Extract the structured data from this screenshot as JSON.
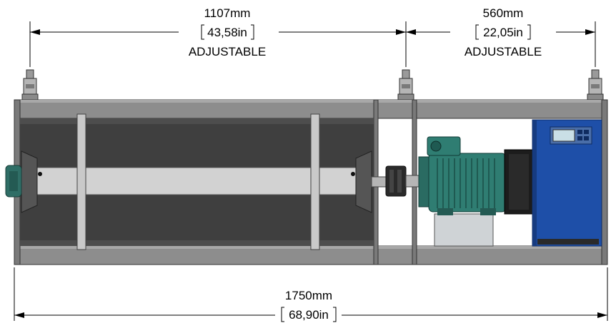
{
  "dimensions": {
    "left_span": {
      "mm": "1107mm",
      "inches": "43,58in",
      "note": "ADJUSTABLE"
    },
    "right_span": {
      "mm": "560mm",
      "inches": "22,05in",
      "note": "ADJUSTABLE"
    },
    "overall_length": {
      "mm": "1750mm",
      "inches": "68,90in"
    }
  },
  "colors": {
    "frame": "#8a8a8a",
    "frame_dark": "#5a5a5a",
    "belt": "#3f3f3f",
    "shaft": "#d2d2d2",
    "motor": "#2f7d72",
    "motor_dark": "#1f5a52",
    "coupling": "#2a2a2a",
    "gearbox": "#1c1c1c",
    "cabinet": "#1e4fa8",
    "cabinet_dark": "#163b80",
    "display": "#c9dfe6",
    "base": "#cfd3d6"
  }
}
